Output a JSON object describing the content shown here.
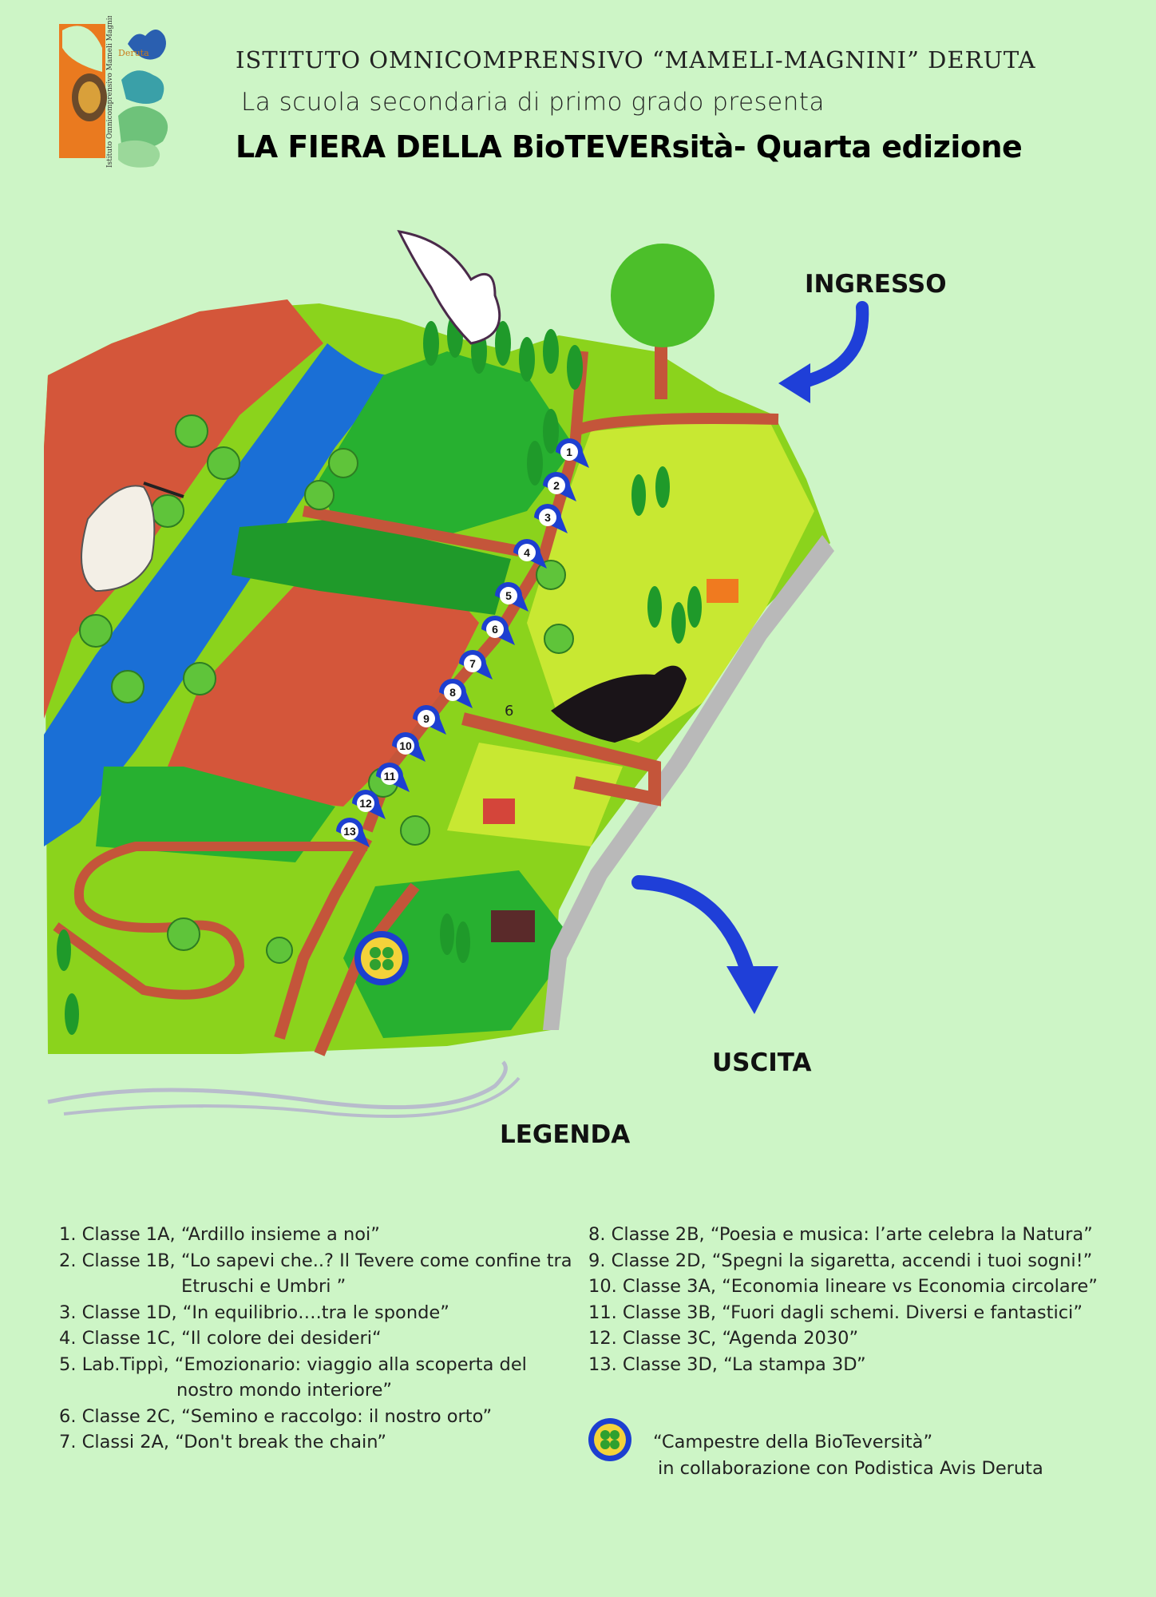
{
  "header": {
    "institute": "ISTITUTO OMNICOMPRENSIVO “MAMELI-MAGNINI” DERUTA",
    "presents": "La scuola secondaria di primo grado presenta",
    "title": "LA FIERA DELLA BioTEVERsità- Quarta edizione"
  },
  "logo": {
    "text_vertical": "Istituto Omnicomprensivo Mameli Magnini",
    "text_deruta": "Deruta"
  },
  "map": {
    "entrance_label": "INGRESSO",
    "exit_label": "USCITA",
    "stray_label": "6",
    "pins": [
      "1",
      "2",
      "3",
      "4",
      "5",
      "6",
      "7",
      "8",
      "9",
      "10",
      "11",
      "12",
      "13"
    ],
    "colors": {
      "pin": "#1d3fd0",
      "arrow": "#1f3fd8",
      "river": "#1a6fd6",
      "field_red": "#d4563a",
      "grass": "#8bd31c"
    }
  },
  "legend": {
    "title": "LEGENDA",
    "left": [
      {
        "text": "1. Classe 1A, “Ardillo insieme a noi”"
      },
      {
        "text": "2. Classe 1B, “Lo sapevi che..? Il Tevere come confine tra",
        "cont": "Etruschi e Umbri ”"
      },
      {
        "text": "3. Classe 1D, “In equilibrio….tra le sponde”"
      },
      {
        "text": "4. Classe 1C, “Il colore dei desideri“"
      },
      {
        "text": "5. Lab.Tippì, “Emozionario: viaggio alla scoperta del",
        "cont": "nostro mondo interiore”"
      },
      {
        "text": "6. Classe 2C, “Semino e raccolgo: il nostro orto”"
      },
      {
        "text": "7. Classi 2A, “Don't break the chain”"
      }
    ],
    "right": [
      {
        "text": "8. Classe 2B, “Poesia e musica: l’arte celebra la Natura”"
      },
      {
        "text": "9. Classe 2D, “Spegni la sigaretta, accendi i tuoi sogni!”"
      },
      {
        "text": "10. Classe 3A, “Economia lineare vs Economia circolare”"
      },
      {
        "text": "11. Classe 3B, “Fuori dagli schemi. Diversi e fantastici”"
      },
      {
        "text": "12. Classe 3C, “Agenda 2030”"
      },
      {
        "text": "13. Classe 3D, “La stampa 3D”"
      }
    ],
    "campestre_line1": "“Campestre della BioTeversità”",
    "campestre_line2": "in collaborazione con Podistica Avis Deruta"
  }
}
